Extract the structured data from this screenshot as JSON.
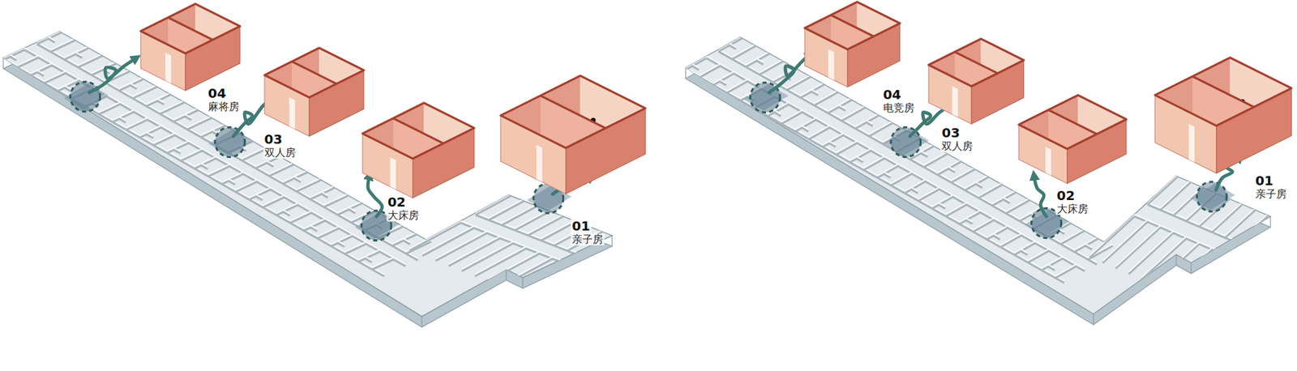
{
  "diagram": {
    "nodes": [
      {
        "text": [
          "04",
          "麻将房"
        ]
      },
      {
        "text": [
          "03",
          "双人房"
        ]
      },
      {
        "text": [
          "02",
          "大床房"
        ]
      },
      {
        "text": [
          "01",
          "亲子房"
        ]
      },
      {
        "text": [
          "04",
          "电竞房"
        ]
      },
      {
        "text": [
          "03",
          "双人房"
        ]
      },
      {
        "text": [
          "02",
          "大床房"
        ]
      },
      {
        "text": [
          "01",
          "亲子房"
        ]
      }
    ]
  }
}
